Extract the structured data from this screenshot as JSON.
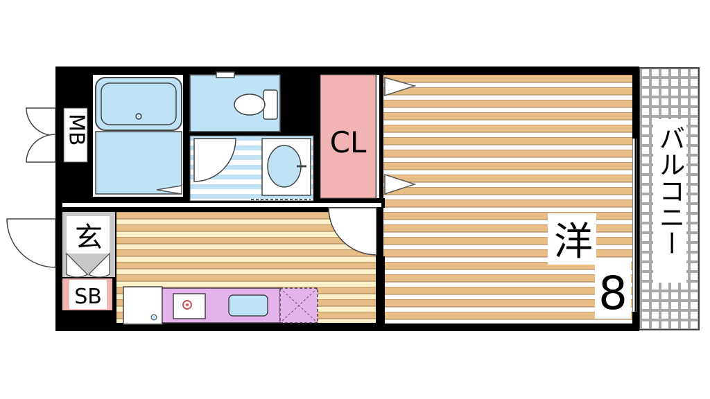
{
  "floorplan": {
    "rooms": {
      "western": {
        "label": "洋",
        "size": "8"
      },
      "closet": {
        "label": "CL"
      },
      "entrance": {
        "label": "玄"
      },
      "shoe_box": {
        "label": "SB"
      },
      "meter_box": {
        "label": "MB"
      },
      "balcony": {
        "label": "バルコニー"
      }
    },
    "colors": {
      "wall": "#000000",
      "floor_dark": "#e8be86",
      "floor_light": "#ffffff",
      "floor_kitchen_light": "#fbf1c8",
      "wet_area": "#bfe3f5",
      "wet_area_stripe": "#cfe9f8",
      "closet": "#f2b3b5",
      "kitchen_counter": "#e4b3ec",
      "entrance": "#c8c8c8",
      "balcony_grid": "#b8b8b8"
    }
  }
}
